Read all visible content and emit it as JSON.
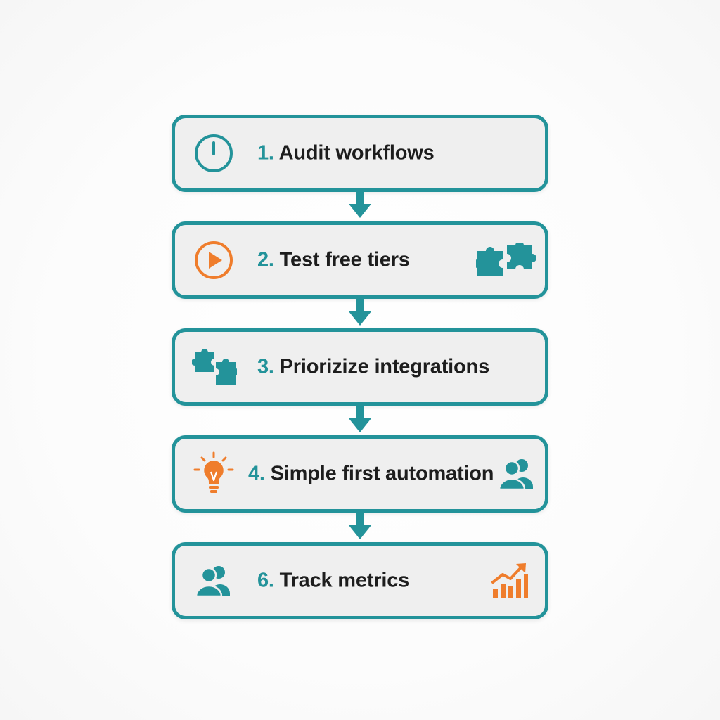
{
  "colors": {
    "teal": "#23939a",
    "orange": "#ef7d2c",
    "box_fill": "#efefef",
    "text": "#1d1d1d"
  },
  "steps": [
    {
      "number": "1.",
      "text": "Audit workflows",
      "left_icon": "power-icon",
      "left_icon_color": "teal",
      "right_icon": null
    },
    {
      "number": "2.",
      "text": "Test free tiers",
      "left_icon": "play-icon",
      "left_icon_color": "orange",
      "right_icon": "puzzle-icon",
      "right_icon_color": "teal"
    },
    {
      "number": "3.",
      "text": "Priorizize integrations",
      "left_icon": "puzzle-icon",
      "left_icon_color": "teal",
      "right_icon": null
    },
    {
      "number": "4.",
      "text": "Simple first automation",
      "left_icon": "lightbulb-icon",
      "left_icon_color": "orange",
      "right_icon": "users-icon",
      "right_icon_color": "teal"
    },
    {
      "number": "6.",
      "text": "Track metrics",
      "left_icon": "users-icon",
      "left_icon_color": "teal",
      "right_icon": "chart-growth-icon",
      "right_icon_color": "orange"
    }
  ]
}
